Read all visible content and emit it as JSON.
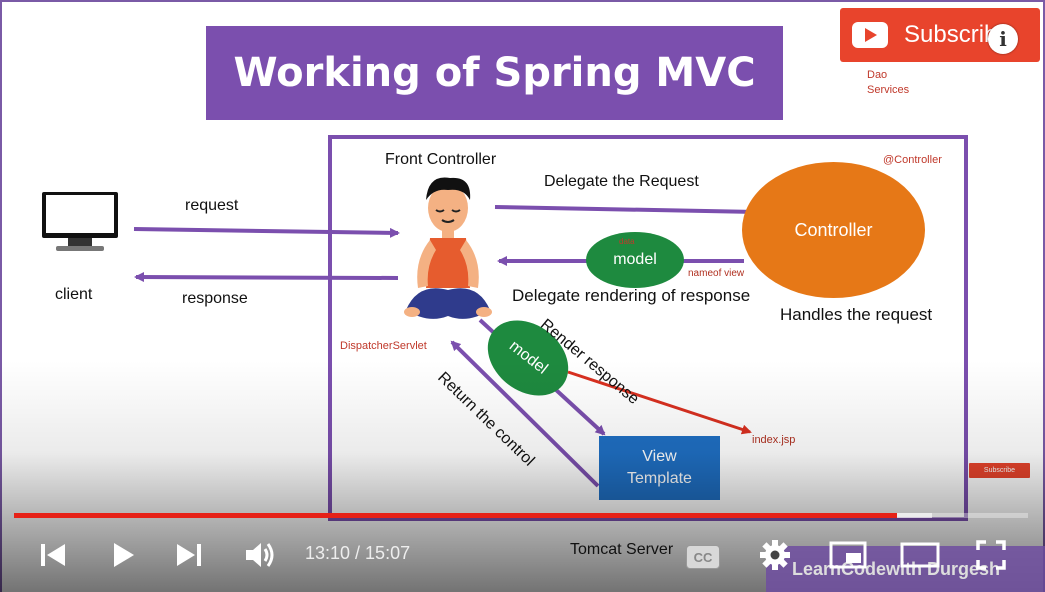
{
  "slide": {
    "title": "Working of Spring MVC",
    "subscribe_label": "Subscribe",
    "info_icon_glyph": "i",
    "dao_services": [
      "Dao",
      "Services"
    ],
    "client_label": "client",
    "request_label": "request",
    "response_label": "response",
    "front_controller_label": "Front Controller",
    "delegate_request_label": "Delegate the Request",
    "controller_annotation": "@Controller",
    "controller_label": "Controller",
    "model_label": "model",
    "data_label": "data",
    "nameof_view_label": "nameof view",
    "delegate_rendering_label": "Delegate rendering of response",
    "handles_request_label": "Handles the request",
    "dispatcher_servlet_label": "DispatcherServlet",
    "model_label_2": "model",
    "render_response_label": "Render response",
    "return_control_label": "Return the control",
    "index_jsp_label": "index.jsp",
    "view_template_label": [
      "View",
      "Template"
    ],
    "tomcat_label": "Tomcat Server",
    "small_subscribe_label": "Subscribe",
    "watermark": "LearnCodewith Durgesh"
  },
  "player": {
    "current_time": "13:10",
    "separator": " / ",
    "duration": "15:07",
    "time_text": "13:10 / 15:07",
    "progress_fraction": 0.871,
    "buffered_fraction": 0.905,
    "cc_label": "CC",
    "icons": [
      "previous-icon",
      "play-icon",
      "next-icon",
      "volume-icon",
      "settings-icon",
      "miniplayer-icon",
      "theater-icon",
      "fullscreen-icon"
    ]
  },
  "colors": {
    "accent_purple": "#7b4fae",
    "controller_orange": "#e67817",
    "model_green": "#1e8a3f",
    "view_blue": "#1f6fc3",
    "progress_red": "#e62117",
    "subscribe_red": "#e8442c"
  }
}
